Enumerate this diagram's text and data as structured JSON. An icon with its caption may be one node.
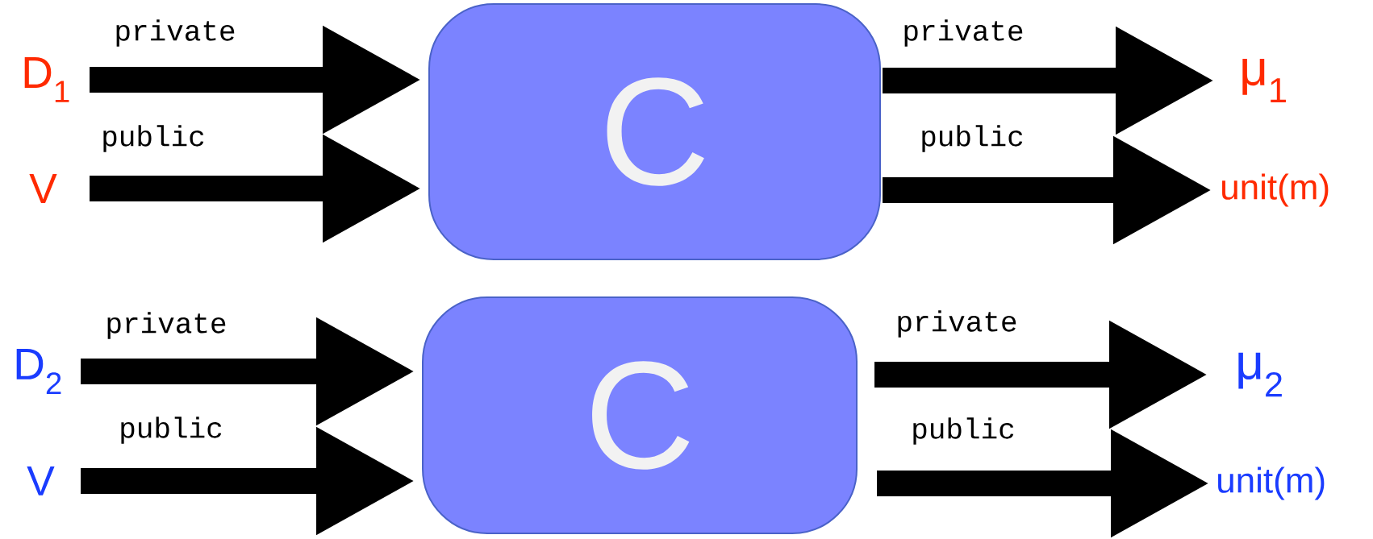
{
  "diagram": {
    "nodes": [
      {
        "text": [
          "D$_{1}$"
        ]
      },
      {
        "text": [
          "V"
        ]
      },
      {
        "text": [
          "C"
        ]
      },
      {
        "text": [
          "μ$_{1}$"
        ]
      },
      {
        "text": [
          "unit(m)"
        ]
      },
      {
        "text": [
          "D$_{2}$"
        ]
      },
      {
        "text": [
          "V"
        ]
      },
      {
        "text": [
          "C"
        ]
      },
      {
        "text": [
          "μ$_{2}$"
        ]
      },
      {
        "text": [
          "unit(m)"
        ]
      }
    ],
    "edges": [
      {
        "from": 0,
        "to": 2,
        "arrow": "to",
        "label": "private"
      },
      {
        "from": 1,
        "to": 2,
        "arrow": "to",
        "label": "public"
      },
      {
        "from": 2,
        "to": 3,
        "arrow": "to",
        "label": "private"
      },
      {
        "from": 2,
        "to": 4,
        "arrow": "to",
        "label": "public"
      },
      {
        "from": 5,
        "to": 7,
        "arrow": "to",
        "label": "private"
      },
      {
        "from": 6,
        "to": 7,
        "arrow": "to",
        "label": "public"
      },
      {
        "from": 7,
        "to": 8,
        "arrow": "to",
        "label": "private"
      },
      {
        "from": 7,
        "to": 9,
        "arrow": "to",
        "label": "public"
      }
    ]
  }
}
